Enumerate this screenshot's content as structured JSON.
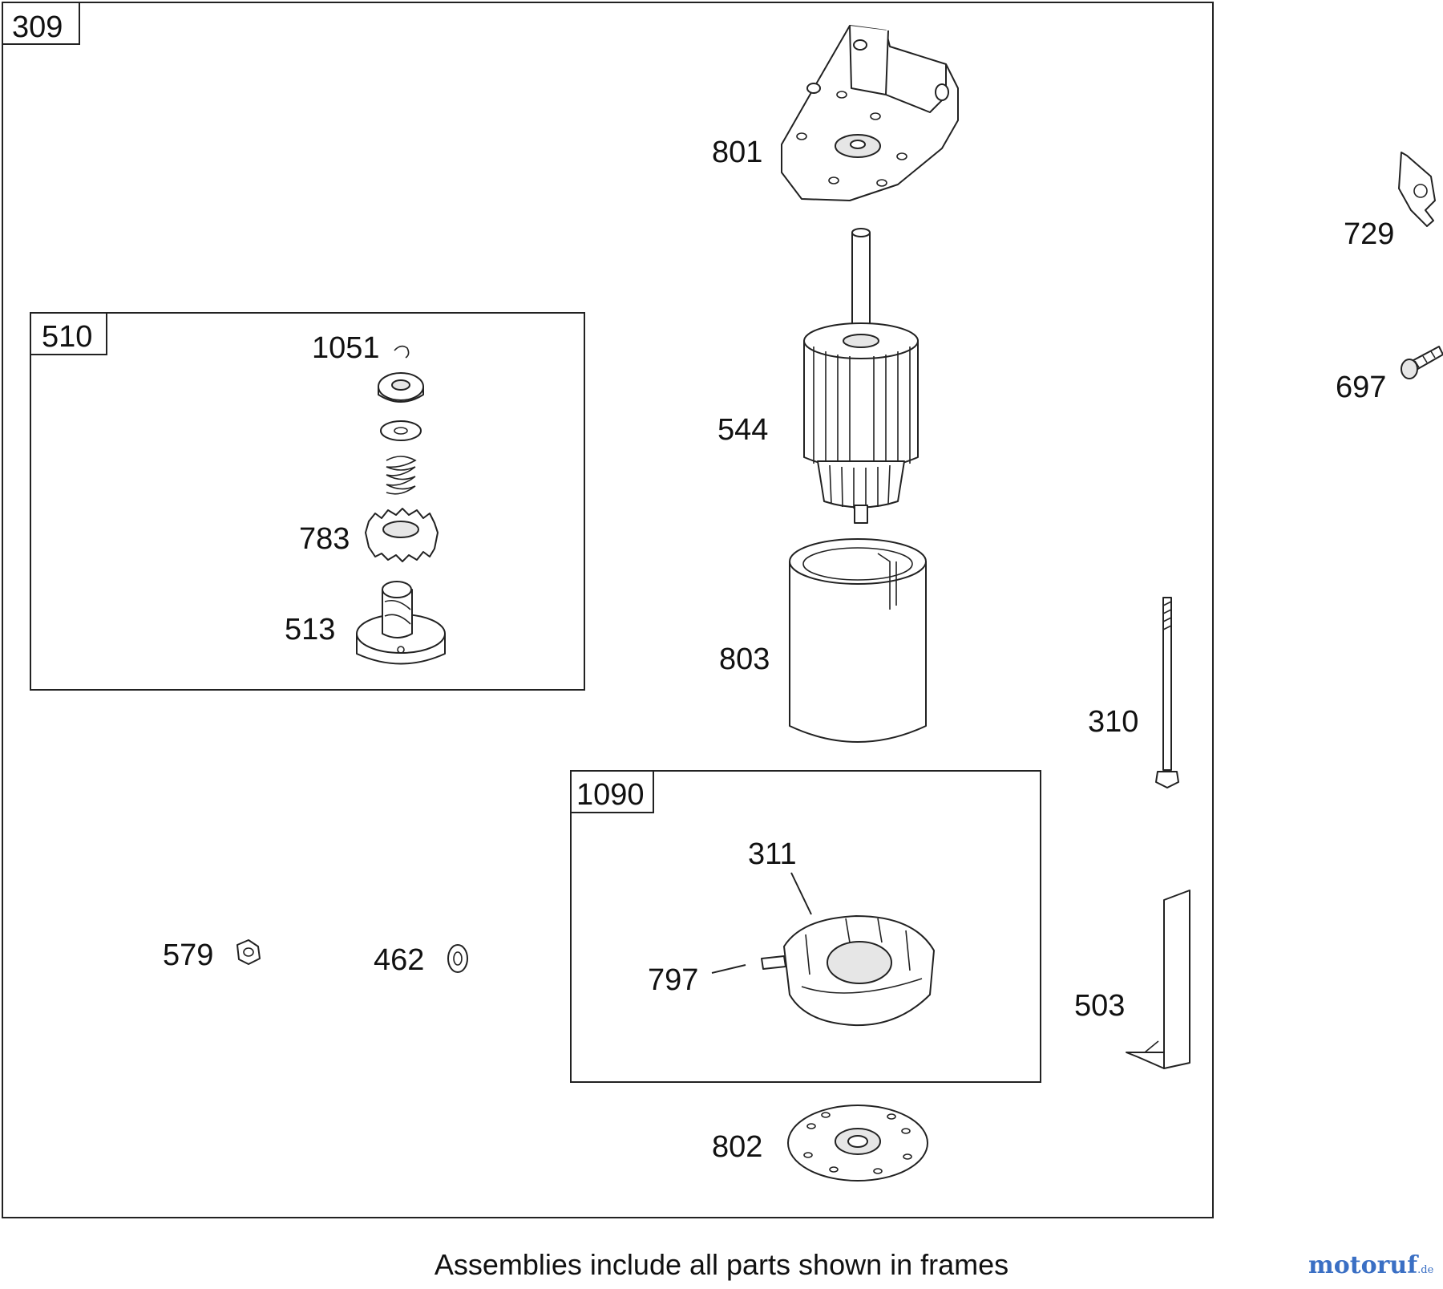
{
  "frames": {
    "main": {
      "tag": "309"
    },
    "drive": {
      "tag": "510"
    },
    "brush": {
      "tag": "1090"
    }
  },
  "callouts": {
    "p801": "801",
    "p729": "729",
    "p697": "697",
    "p544": "544",
    "p1051": "1051",
    "p783": "783",
    "p513": "513",
    "p803": "803",
    "p310": "310",
    "p311": "311",
    "p797": "797",
    "p579": "579",
    "p462": "462",
    "p503": "503",
    "p802": "802"
  },
  "footer": {
    "caption": "Assemblies include all parts shown in frames"
  },
  "watermark": {
    "text": "motoruf",
    "suffix": ".de"
  },
  "colors": {
    "line": "#222222",
    "watermark": "#3a6fc4"
  }
}
